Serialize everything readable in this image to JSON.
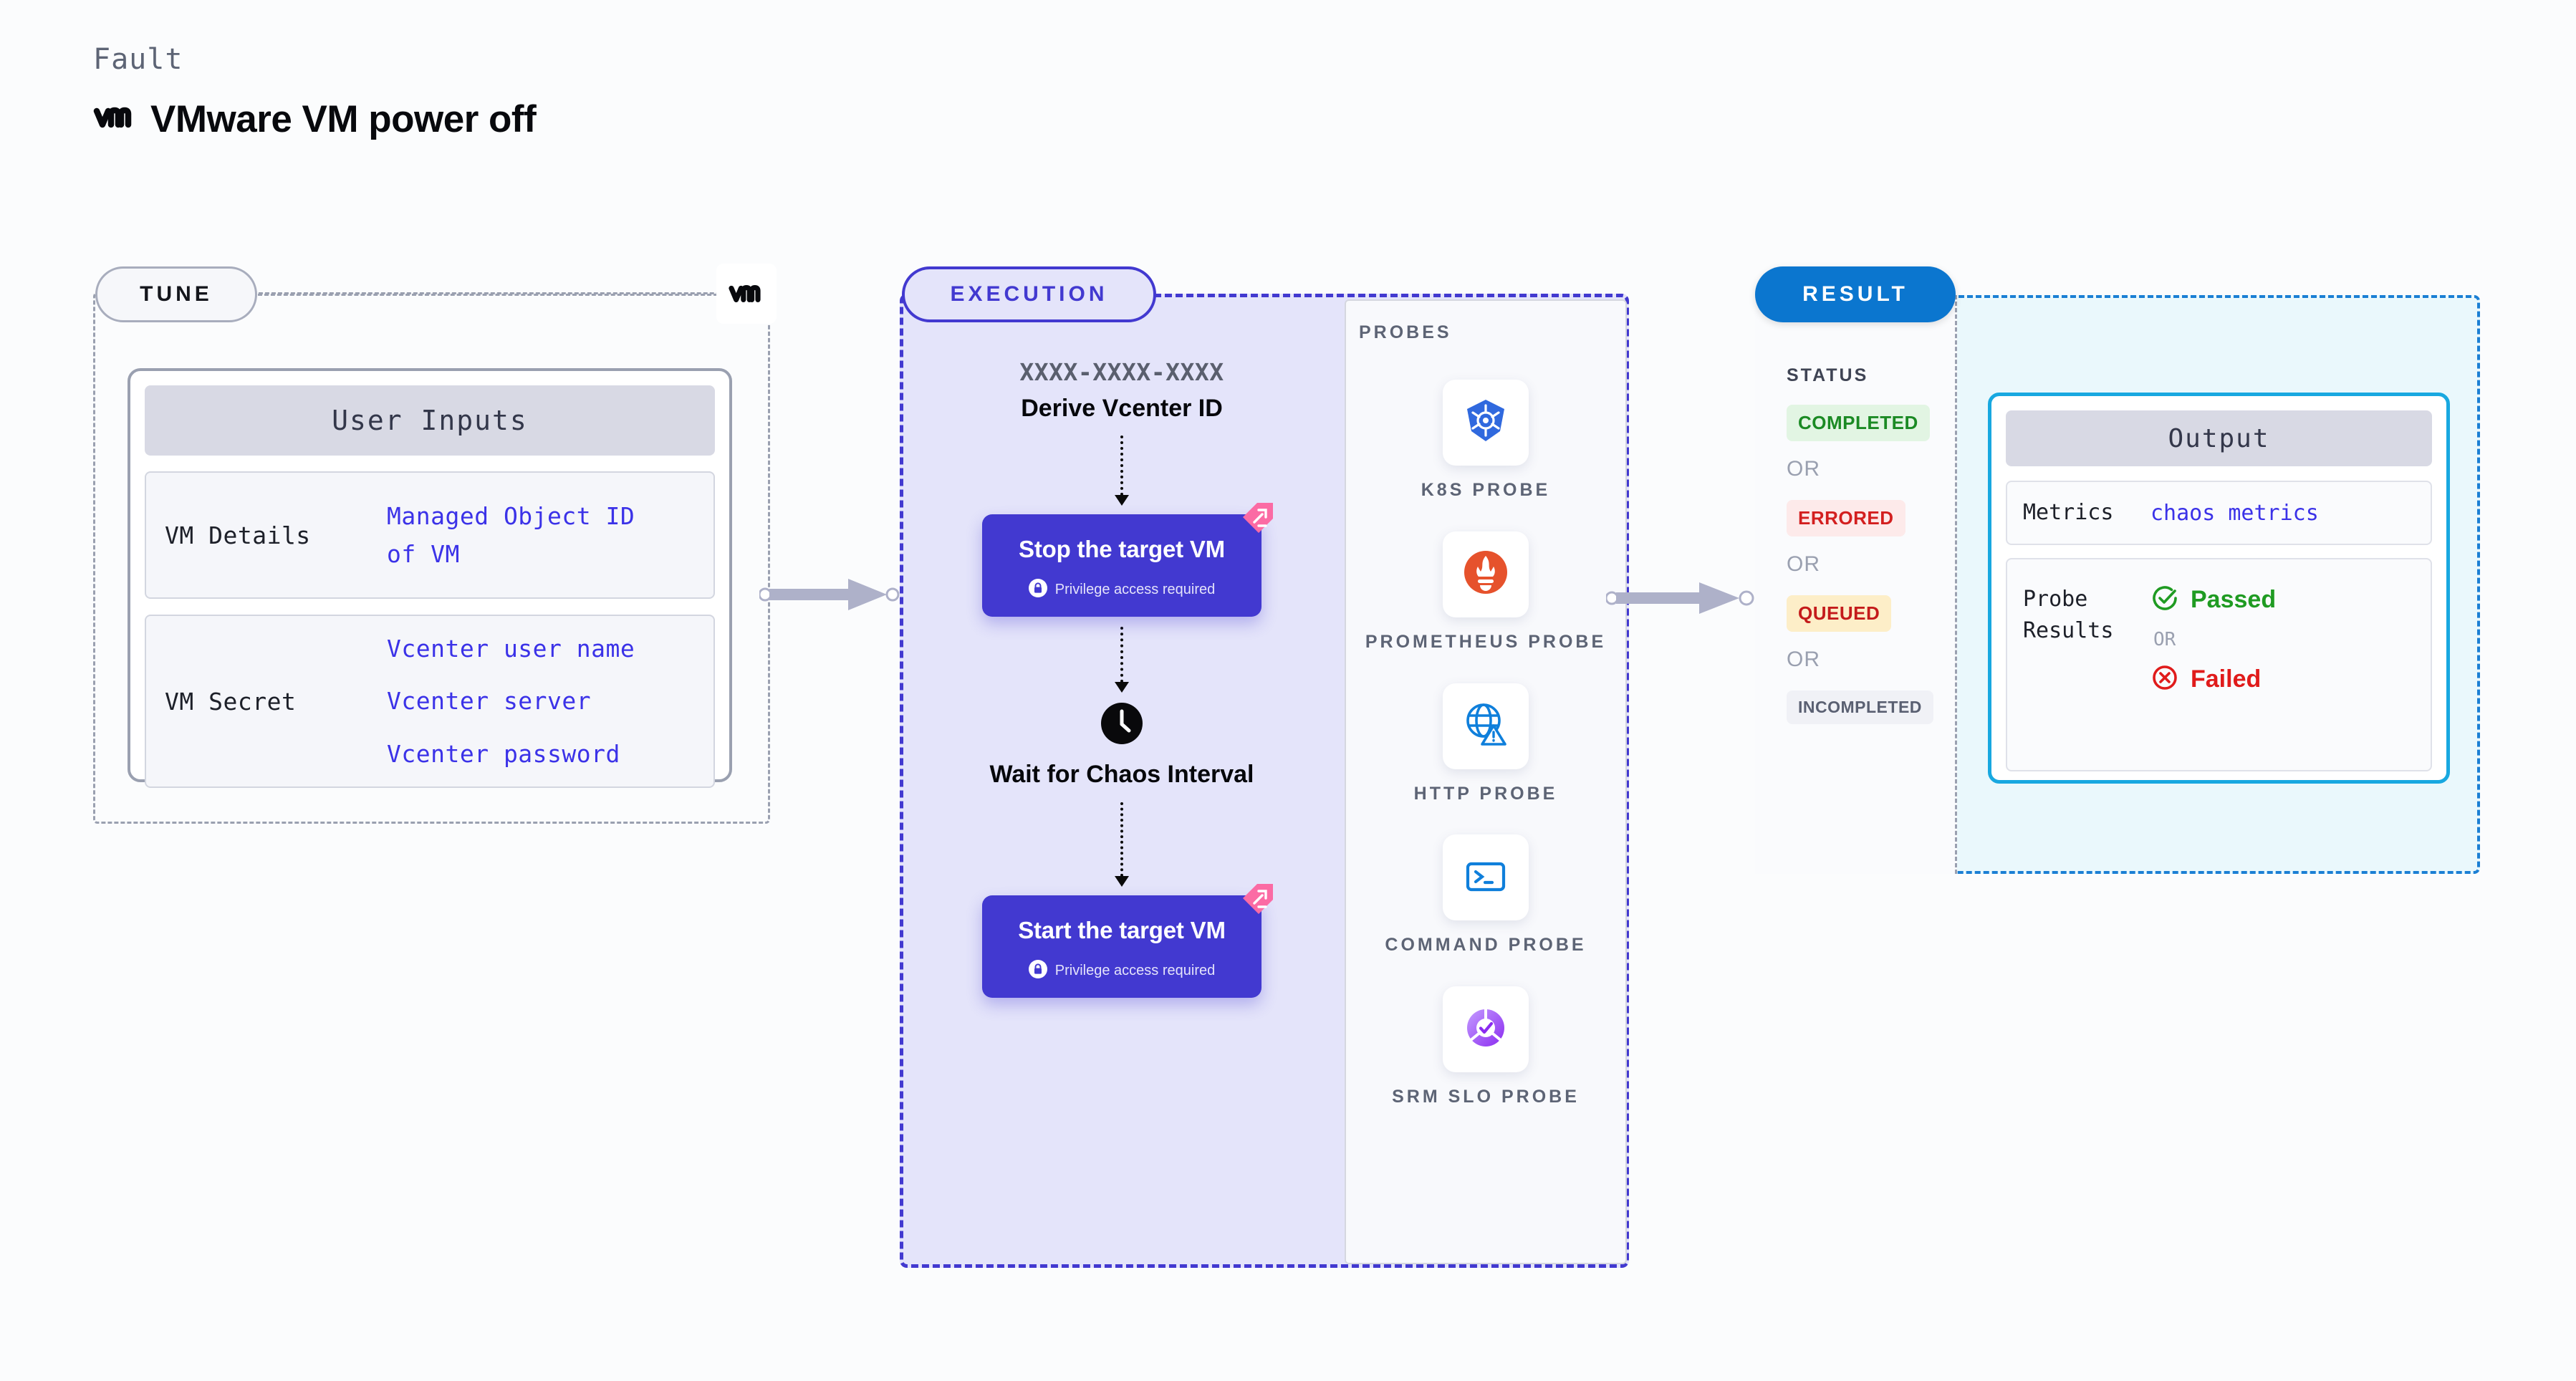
{
  "header": {
    "kicker": "Fault",
    "title": "VMware VM power off",
    "logo": "vmware-vm-logo"
  },
  "tune": {
    "pill_label": "TUNE",
    "logo_badge": "vmware-vm-logo",
    "card": {
      "header": "User Inputs",
      "rows": [
        {
          "key": "VM Details",
          "values": [
            "Managed Object ID",
            "of VM"
          ]
        },
        {
          "key": "VM Secret",
          "values": [
            "Vcenter user name",
            "Vcenter server",
            "Vcenter password"
          ]
        }
      ]
    }
  },
  "execution": {
    "pill_label": "EXECUTION",
    "derive_id": "XXXX-XXXX-XXXX",
    "derive_label": "Derive Vcenter ID",
    "steps": [
      {
        "title": "Stop the target VM",
        "privilege": "Privilege access required"
      },
      {
        "title": "Start the target VM",
        "privilege": "Privilege access required"
      }
    ],
    "wait_label": "Wait for Chaos Interval"
  },
  "probes": {
    "title": "PROBES",
    "items": [
      {
        "name": "K8S PROBE",
        "icon": "kubernetes-icon"
      },
      {
        "name": "PROMETHEUS PROBE",
        "icon": "prometheus-icon"
      },
      {
        "name": "HTTP PROBE",
        "icon": "http-globe-icon"
      },
      {
        "name": "COMMAND PROBE",
        "icon": "terminal-icon"
      },
      {
        "name": "SRM SLO PROBE",
        "icon": "srm-slo-icon"
      }
    ]
  },
  "result": {
    "pill_label": "RESULT",
    "status_title": "STATUS",
    "or_label": "OR",
    "statuses": [
      {
        "label": "COMPLETED",
        "color": "#1b8a24",
        "bg": "#e2f5e3"
      },
      {
        "label": "ERRORED",
        "color": "#d31f1f",
        "bg": "#fdeaea"
      },
      {
        "label": "QUEUED",
        "color": "#c41b1b",
        "bg": "#fdeec8"
      },
      {
        "label": "INCOMPLETED",
        "color": "#5a6072",
        "bg": "#f0f1f6"
      }
    ],
    "output": {
      "header": "Output",
      "metrics_key": "Metrics",
      "metrics_value": "chaos metrics",
      "probe_results_key": "Probe Results",
      "passed_label": "Passed",
      "failed_label": "Failed",
      "or_label": "OR"
    }
  },
  "colors": {
    "accent_purple": "#4239d0",
    "accent_blue": "#0b76cf",
    "output_border": "#18a8e0",
    "value_text": "#3b32e8"
  }
}
